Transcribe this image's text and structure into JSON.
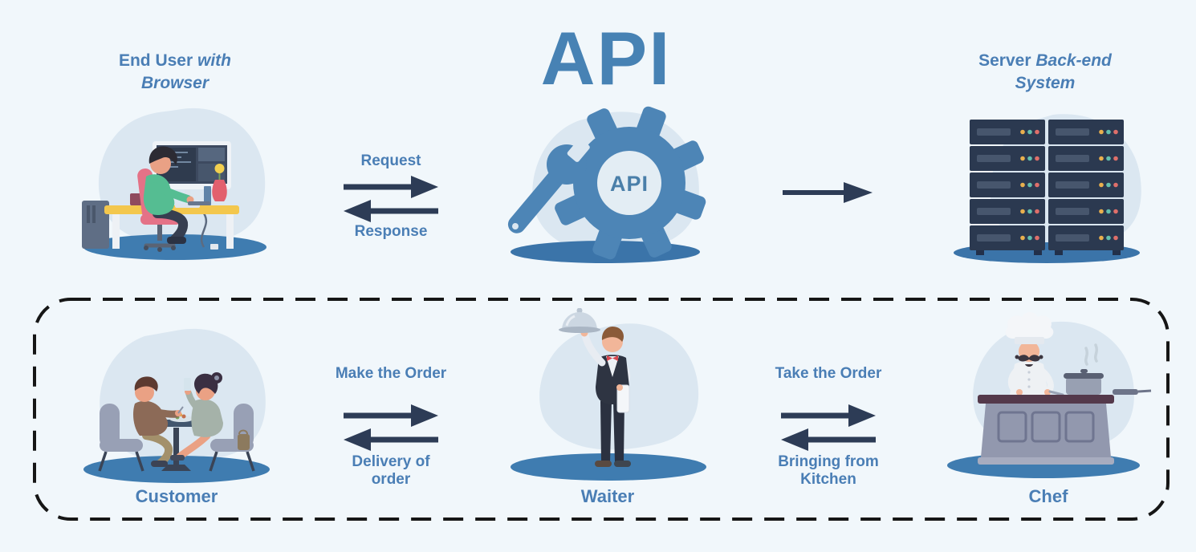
{
  "header": {
    "api_title": "API",
    "end_user_line1_regular": "End User",
    "end_user_line1_italic": "with",
    "end_user_line2_italic": "Browser",
    "server_line1_regular": "Server",
    "server_line1_italic": "Back-end",
    "server_line2_italic": "System"
  },
  "flow_top": {
    "request": "Request",
    "response": "Response",
    "api_gear_text": "API"
  },
  "flow_bottom": {
    "make_order": "Make the Order",
    "delivery": "Delivery of order",
    "take_order": "Take the Order",
    "bringing": "Bringing from Kitchen"
  },
  "actors": {
    "customer": "Customer",
    "waiter": "Waiter",
    "chef": "Chef"
  },
  "colors": {
    "background": "#f1f7fb",
    "label_blue": "#4a7eb5",
    "title_blue": "#4782b4",
    "arrow_navy": "#2d3c56",
    "blob_light": "#dbe7f1",
    "ground_blue": "#3f7cb0",
    "shadow_blue": "#3b74a9",
    "gear_blue": "#4d85b6",
    "dashed_border": "#161616",
    "server_navy": "#2b3950",
    "led_yellow": "#e9b04e",
    "led_teal": "#62bfae",
    "led_red": "#df6f6a"
  },
  "illustrations": [
    "end-user-at-desk-illustration",
    "api-gear-wrench-icon",
    "server-rack-illustration",
    "customer-dining-illustration",
    "waiter-illustration",
    "chef-cooking-illustration"
  ]
}
